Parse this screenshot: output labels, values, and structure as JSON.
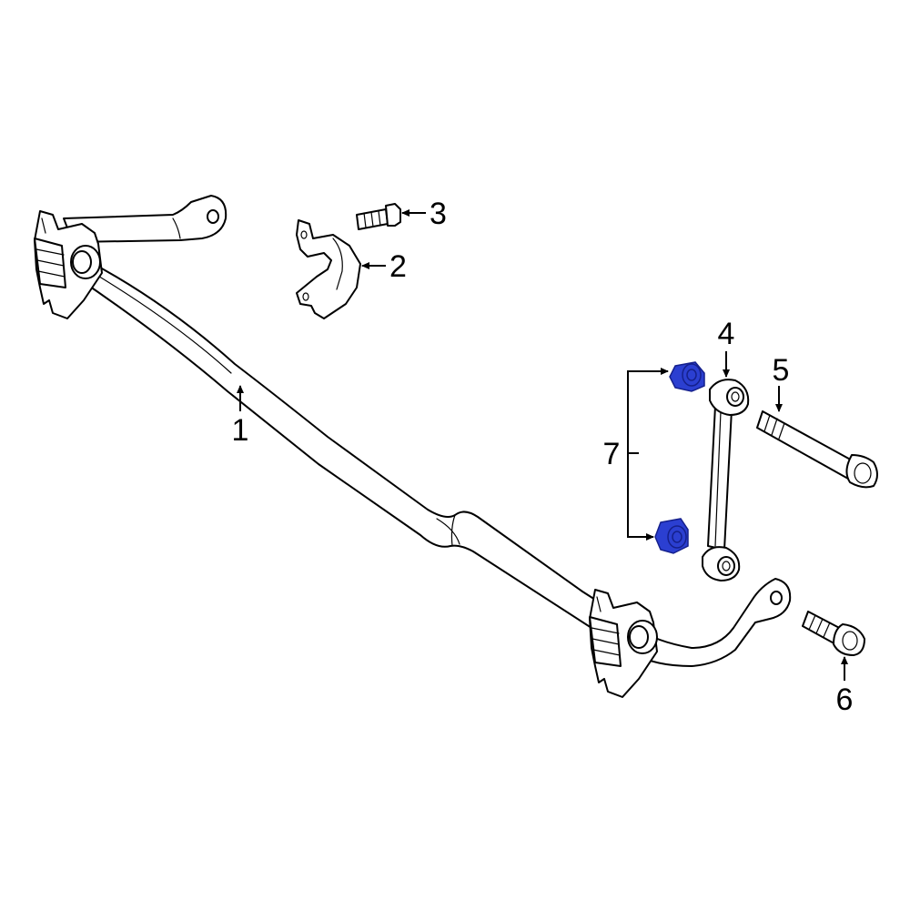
{
  "colors": {
    "line": "#000000",
    "background": "#ffffff",
    "highlight": "#2b3fd1",
    "highlight_shade": "#15208c"
  },
  "callouts": [
    {
      "id": "1",
      "label": "1",
      "part": "stabilizer-bar"
    },
    {
      "id": "2",
      "label": "2",
      "part": "bushing-bracket"
    },
    {
      "id": "3",
      "label": "3",
      "part": "bracket-bolt"
    },
    {
      "id": "4",
      "label": "4",
      "part": "stabilizer-link"
    },
    {
      "id": "5",
      "label": "5",
      "part": "link-bolt"
    },
    {
      "id": "6",
      "label": "6",
      "part": "bar-bolt"
    },
    {
      "id": "7",
      "label": "7",
      "part": "link-nut",
      "highlighted": true
    }
  ]
}
